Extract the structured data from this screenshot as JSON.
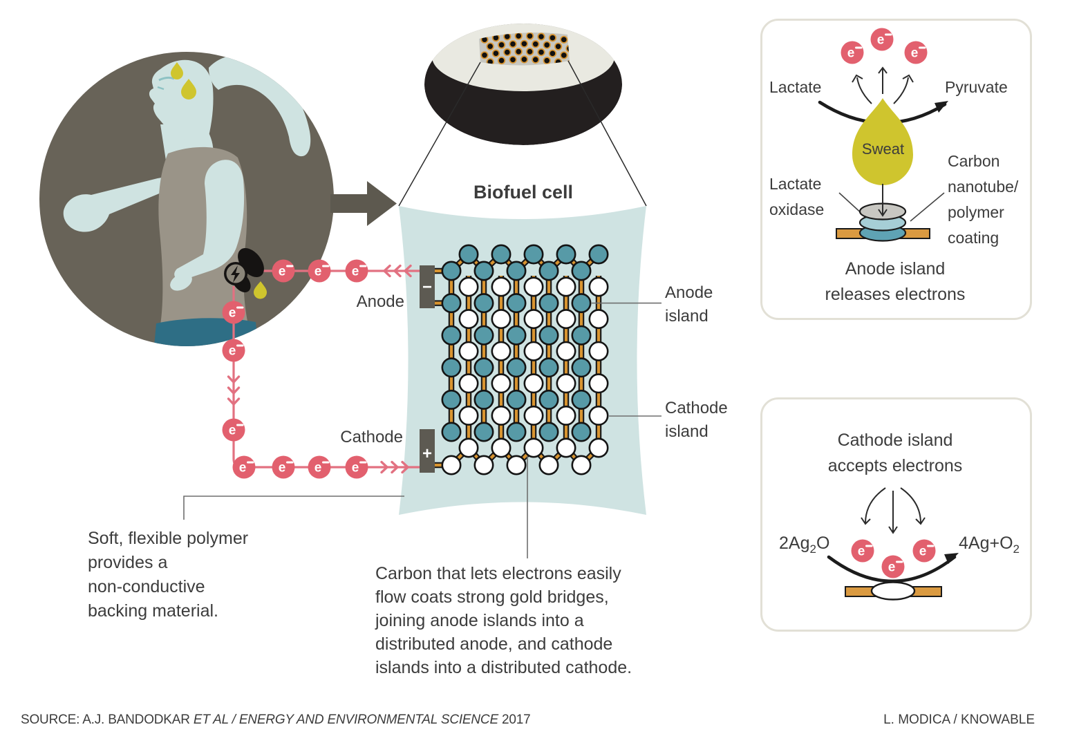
{
  "colors": {
    "text": "#3c3c3c",
    "teal": "#579aa7",
    "gold": "#d89430",
    "pink": "#e2606e",
    "pinkline": "#e27181",
    "cellbg": "#cfe3e2",
    "circle": "#686358",
    "skin": "#cfe3e1",
    "shirt": "#9a9488",
    "shorts": "#2e6e85",
    "sweat": "#cfc52e",
    "arrow": "#5d594f",
    "terminal": "#5d5a52",
    "bandblack": "#231f1f",
    "bandinner": "#e9e9e1",
    "patchgray": "#c7c7c1",
    "discgray": "#c8c7c2",
    "disclight": "#a6ced6",
    "discteal": "#5fa3b4",
    "tan": "#da9a41",
    "panel-border": "#e2e0d6",
    "pointer": "#6e6e6e"
  },
  "electron_symbol": "e-",
  "cell": {
    "title": "Biofuel cell",
    "anode_label": "Anode",
    "cathode_label": "Cathode",
    "anode_terminal_sign": "−",
    "cathode_terminal_sign": "+",
    "anode_island_label": "Anode\nisland",
    "cathode_island_label": "Cathode\nisland",
    "anode_columns": 5,
    "cathode_columns": 5,
    "islands_per_column": 6
  },
  "notes": {
    "polymer": "Soft, flexible polymer\nprovides a\nnon-conductive\nbacking material.",
    "carbon": "Carbon that lets electrons easily\nflow coats strong gold bridges,\njoining anode islands into a\ndistributed anode, and cathode\nislands into a distributed cathode."
  },
  "anode_panel": {
    "lactate": "Lactate",
    "pyruvate": "Pyruvate",
    "sweat": "Sweat",
    "lactate_oxidase": "Lactate\noxidase",
    "coating": "Carbon\nnanotube/\npolymer\ncoating",
    "caption": "Anode island\nreleases electrons"
  },
  "cathode_panel": {
    "caption": "Cathode island\naccepts electrons",
    "reactant": {
      "prefix": "2Ag",
      "sub": "2",
      "suffix": "O"
    },
    "product": {
      "prefix": "4Ag+O",
      "sub": "2",
      "suffix": ""
    }
  },
  "footer": {
    "source_prefix": "SOURCE: A.J. BANDODKAR ",
    "source_italic": "ET AL / ENERGY AND ENVIRONMENTAL SCIENCE",
    "source_year": " 2017",
    "credit": "L. MODICA / KNOWABLE"
  }
}
